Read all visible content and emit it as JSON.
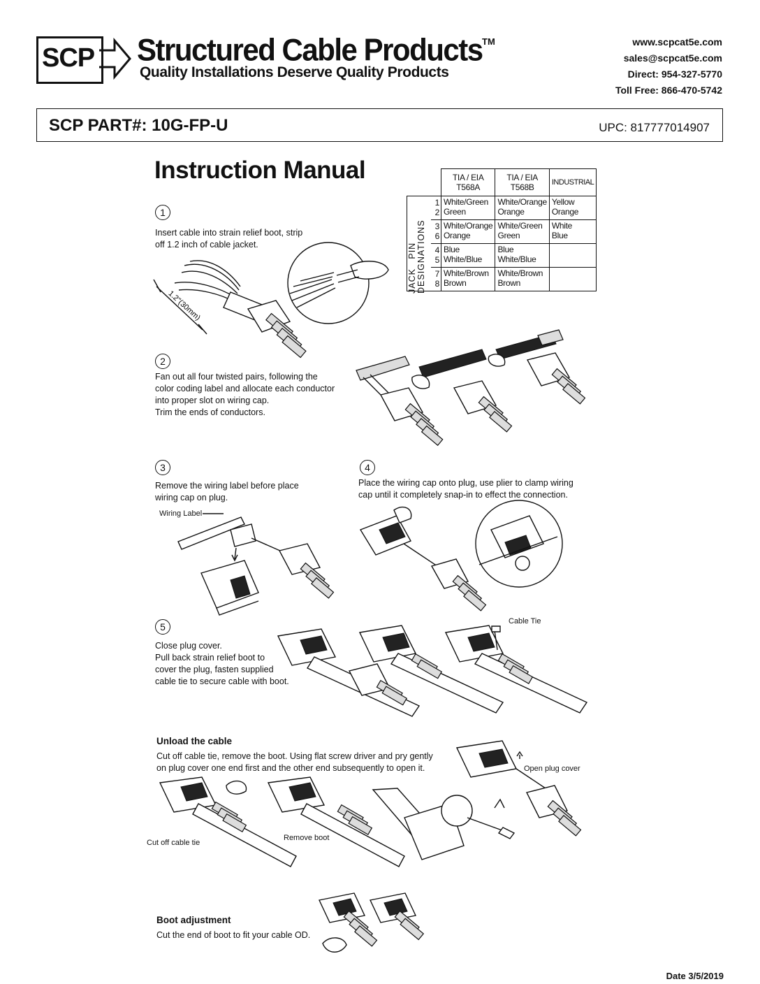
{
  "header": {
    "logo": "SCP",
    "title": "Structured Cable Products",
    "tm": "TM",
    "tagline": "Quality Installations Deserve Quality Products",
    "website": "www.scpcat5e.com",
    "email": "sales@scpcat5e.com",
    "direct": "Direct: 954-327-5770",
    "tollfree": "Toll Free: 866-470-5742"
  },
  "part": {
    "label": "SCP PART#: 10G-FP-U",
    "upc": "UPC: 817777014907"
  },
  "manual_title": "Instruction Manual",
  "pin_table": {
    "row_label_line1": "JACK",
    "row_label_line2": "DESIGNATIONS",
    "row_label_line3": "PIN",
    "col_a": "TIA / EIA T568A",
    "col_b": "TIA / EIA T568B",
    "col_industrial": "INDUSTRIAL",
    "rows": [
      {
        "pins": "1\n2",
        "a": "White/Green\nGreen",
        "b": "White/Orange\nOrange",
        "industrial": "Yellow\nOrange"
      },
      {
        "pins": "3\n6",
        "a": "White/Orange\nOrange",
        "b": "White/Green\nGreen",
        "industrial": "White\nBlue"
      },
      {
        "pins": "4\n5",
        "a": "Blue\nWhite/Blue",
        "b": "Blue\nWhite/Blue",
        "industrial": ""
      },
      {
        "pins": "7\n8",
        "a": "White/Brown\nBrown",
        "b": "White/Brown\nBrown",
        "industrial": ""
      }
    ]
  },
  "steps": {
    "s1": {
      "num": "1",
      "line1": "Insert cable into strain relief boot, strip",
      "line2": "off 1.2 inch of cable jacket.",
      "dimension": "1.2\"(30mm)"
    },
    "s2": {
      "num": "2",
      "line1": "Fan out all four twisted pairs, following the",
      "line2": "color coding label and allocate each conductor",
      "line3": "into proper slot on wiring cap.",
      "line4": "Trim the ends of conductors."
    },
    "s3": {
      "num": "3",
      "line1": "Remove the wiring label before place",
      "line2": "wiring cap on plug.",
      "callout": "Wiring Label"
    },
    "s4": {
      "num": "4",
      "line1": "Place the wiring cap onto plug, use plier to clamp wiring",
      "line2": "cap until it completely snap-in to effect the connection."
    },
    "s5": {
      "num": "5",
      "line1": "Close plug cover.",
      "line2": "Pull back strain relief boot to",
      "line3": "cover the plug, fasten supplied",
      "line4": "cable tie to secure cable with boot.",
      "callout": "Cable Tie"
    }
  },
  "unload": {
    "heading": "Unload the cable",
    "line1": "Cut off cable tie, remove the boot. Using flat screw driver and pry gently",
    "line2": "on plug cover one end first and the other end subsequently to open it.",
    "callout_cut": "Cut off cable tie",
    "callout_boot": "Remove boot",
    "callout_open": "Open plug cover"
  },
  "boot": {
    "heading": "Boot adjustment",
    "line1": "Cut the end of boot to fit your cable OD."
  },
  "footer": {
    "date": "Date  3/5/2019"
  }
}
